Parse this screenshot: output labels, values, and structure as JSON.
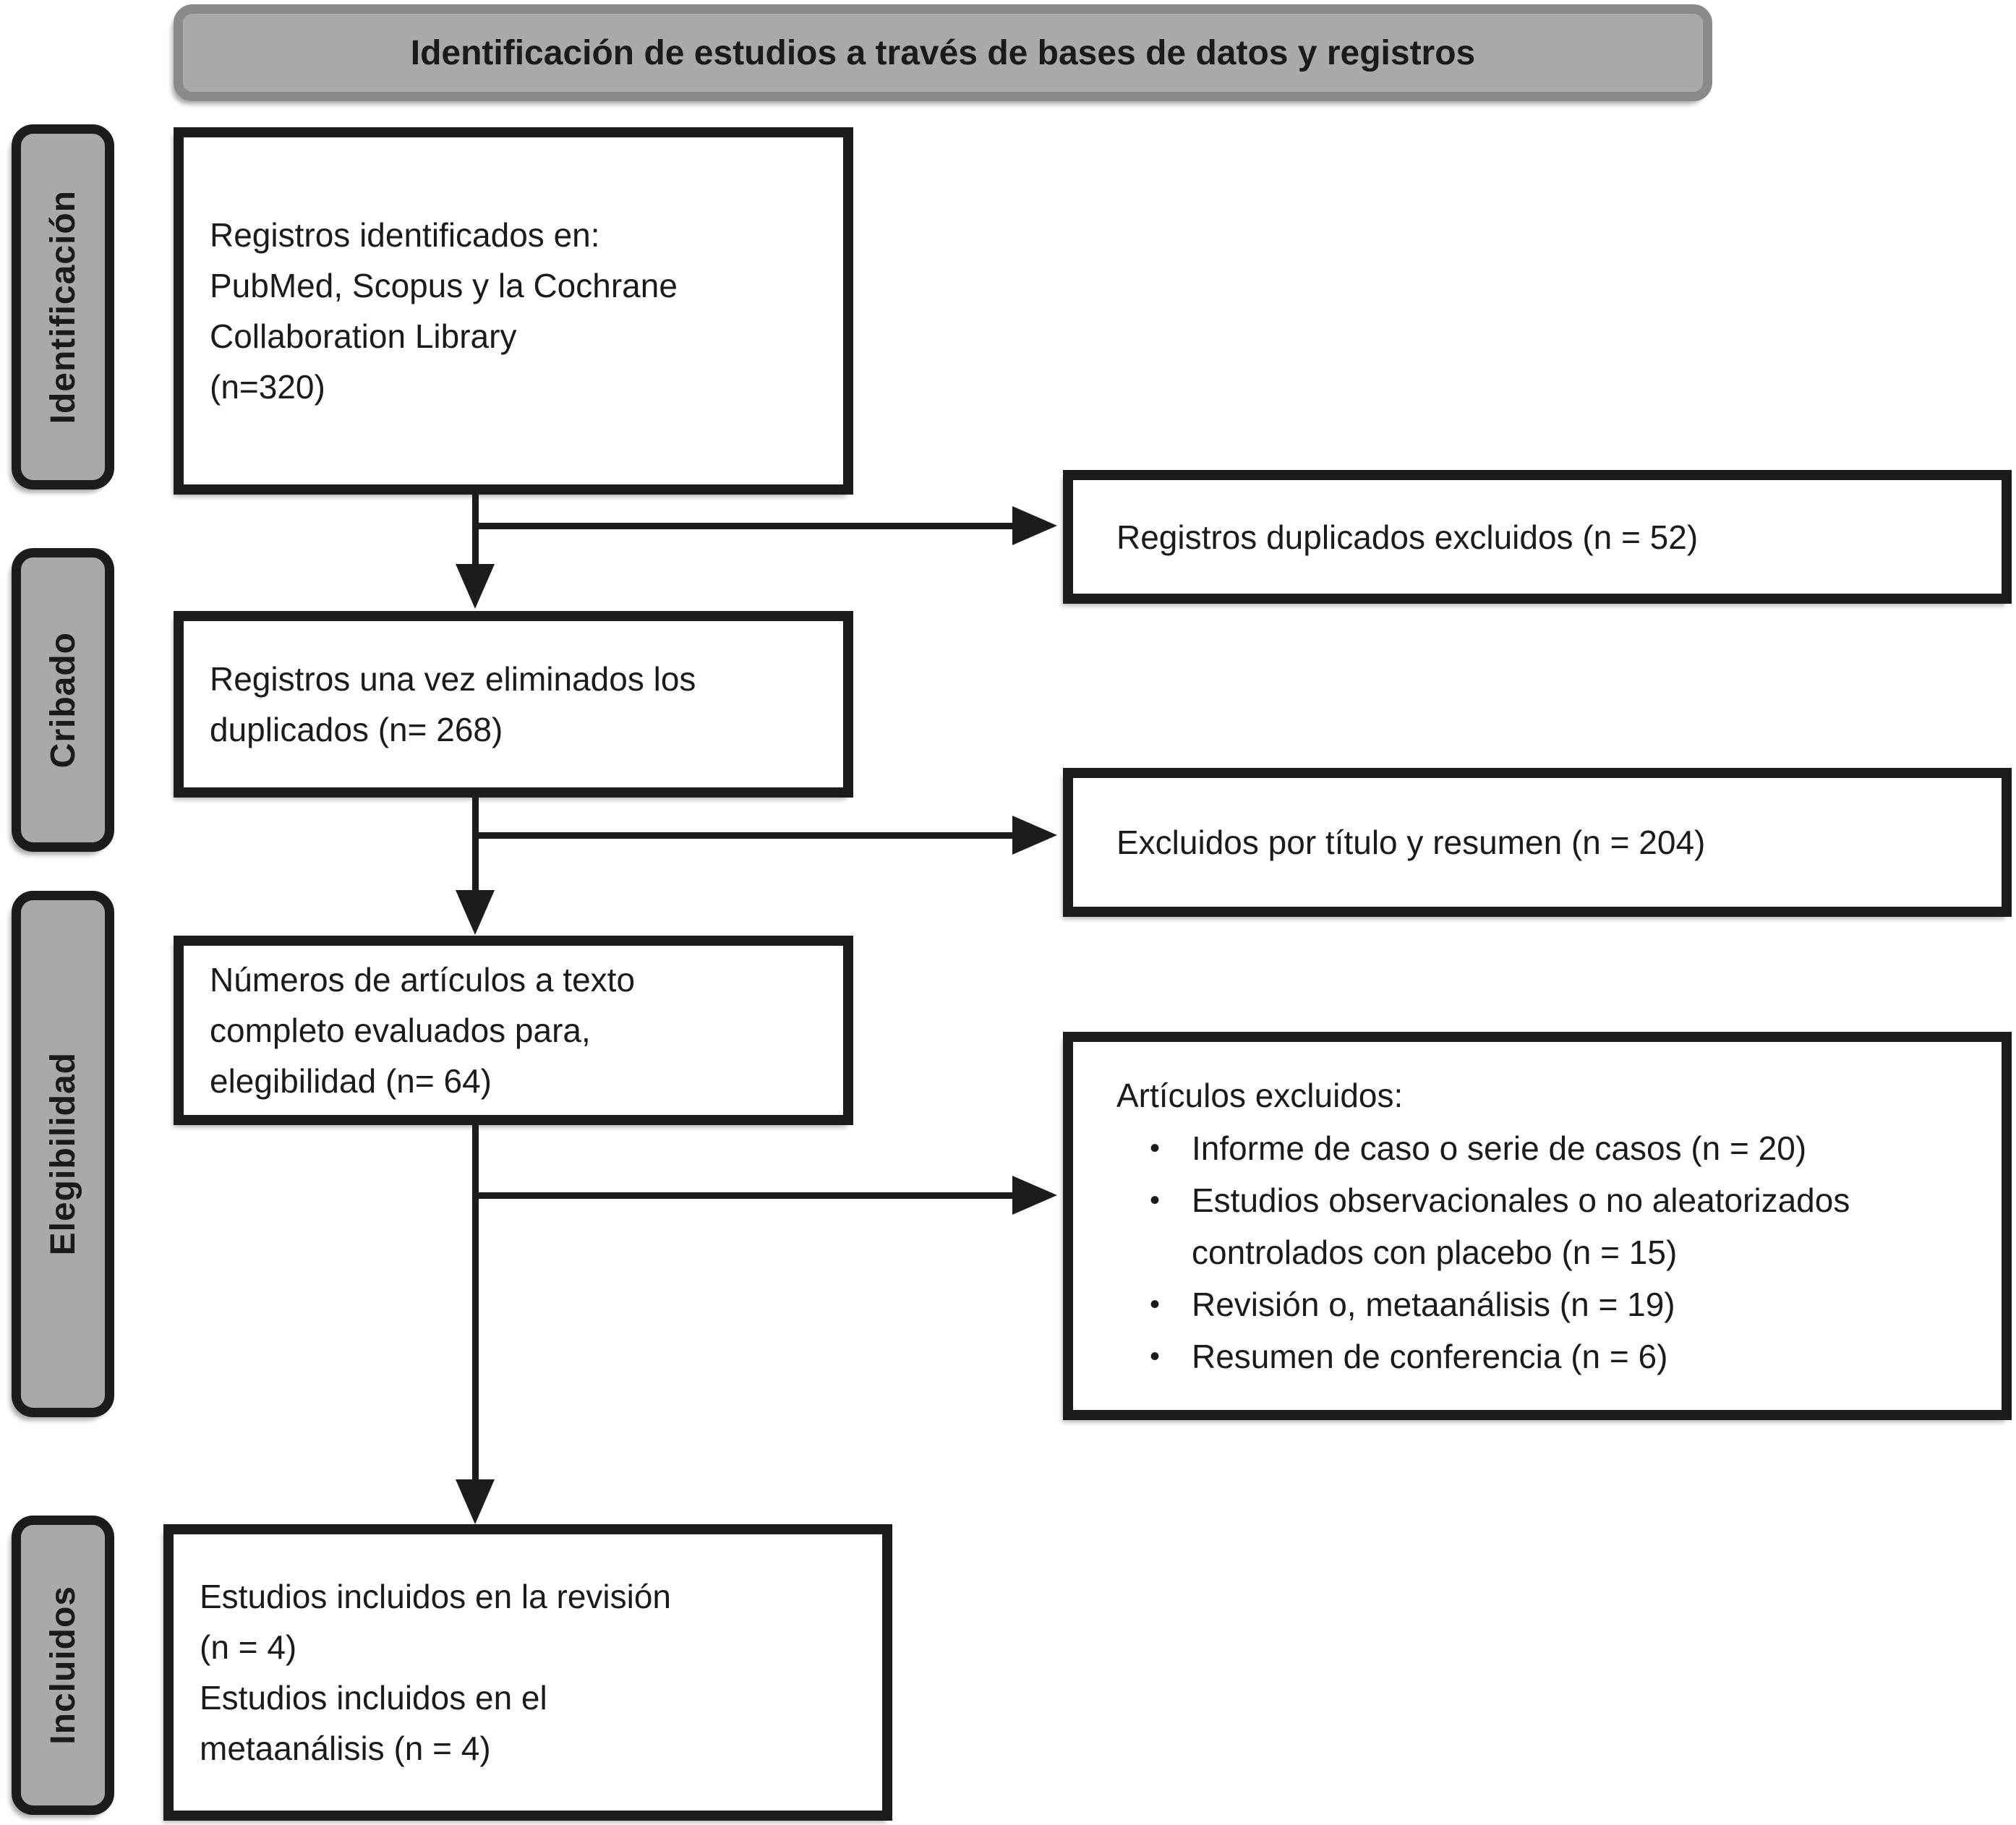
{
  "header": {
    "title": "Identificación de estudios a través de bases de datos y registros"
  },
  "sidebar": {
    "items": [
      {
        "label": "Identificación"
      },
      {
        "label": "Cribado"
      },
      {
        "label": "Elegibilidad"
      },
      {
        "label": "Incluidos"
      }
    ]
  },
  "flow": {
    "identified": "Registros identificados en:\nPubMed, Scopus y la Cochrane\nCollaboration Library\n(n=320)",
    "deduplicated": "Registros una vez eliminados los\nduplicados (n= 268)",
    "fulltext_assessed": "Números de artículos a texto\ncompleto evaluados para,\nelegibilidad (n= 64)",
    "included": "Estudios incluidos en la revisión\n(n = 4)\nEstudios incluidos en el\nmetaanálisis (n = 4)"
  },
  "exclusions": {
    "duplicates_removed": "Registros duplicados excluidos (n = 52)",
    "title_abstract": "Excluidos por título y resumen (n = 204)",
    "fulltext_heading": "Artículos excluidos:",
    "bullet_char": "•",
    "items": [
      "Informe de caso o serie de casos (n = 20)",
      "Estudios observacionales o no aleatorizados controlados con placebo (n = 15)",
      "Revisión o, metaanálisis (n = 19)",
      "Resumen de conferencia (n = 6)"
    ]
  },
  "colors": {
    "panel_gray": "#a9a9ad",
    "header_border_gray": "#8a8a8e",
    "line_black": "#1c1c1e",
    "text": "#1b1b1d",
    "background": "#ffffff"
  }
}
